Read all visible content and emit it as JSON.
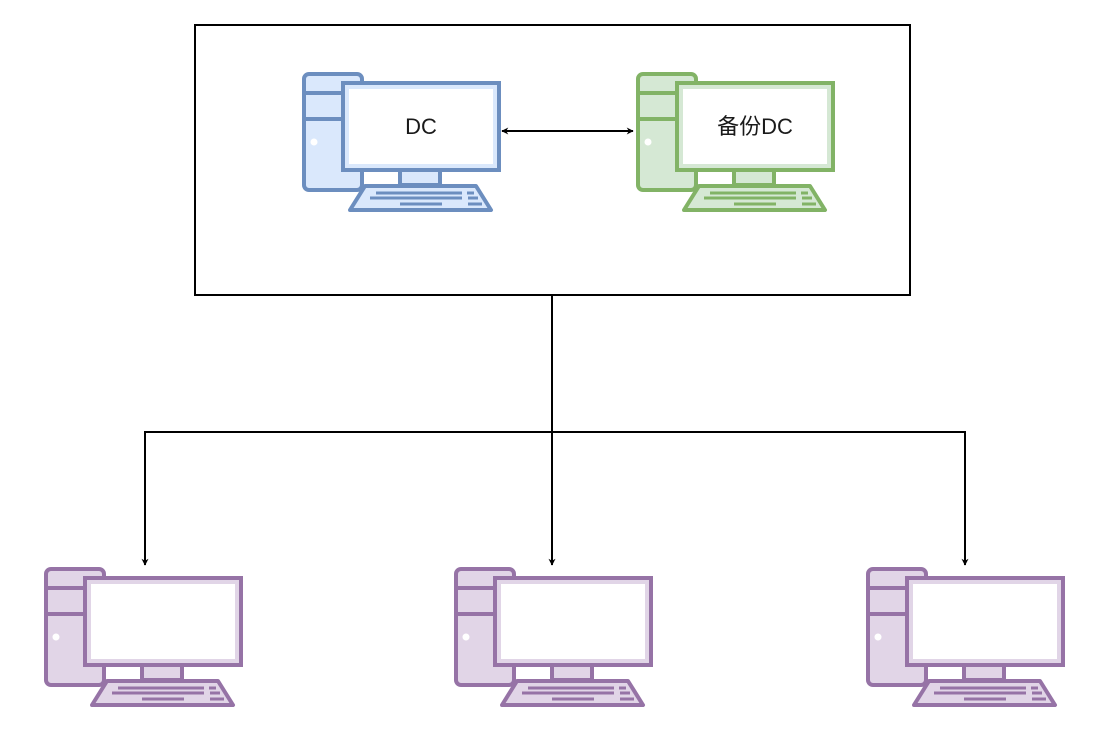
{
  "diagram": {
    "type": "network-topology",
    "group": {
      "name": "domain-controller-group"
    },
    "nodes": [
      {
        "id": "dc",
        "label": "DC",
        "role": "primary",
        "stroke": "#6c8ebf",
        "fill": "#dae8fc"
      },
      {
        "id": "backup-dc",
        "label": "备份DC",
        "role": "backup",
        "stroke": "#82b366",
        "fill": "#d5e8d4"
      },
      {
        "id": "client-1",
        "label": "",
        "role": "client",
        "stroke": "#9673a6",
        "fill": "#e1d5e7"
      },
      {
        "id": "client-2",
        "label": "",
        "role": "client",
        "stroke": "#9673a6",
        "fill": "#e1d5e7"
      },
      {
        "id": "client-3",
        "label": "",
        "role": "client",
        "stroke": "#9673a6",
        "fill": "#e1d5e7"
      }
    ],
    "edges": [
      {
        "from": "dc",
        "to": "backup-dc",
        "direction": "both"
      },
      {
        "from": "domain-controller-group",
        "to": "client-1",
        "direction": "forward"
      },
      {
        "from": "domain-controller-group",
        "to": "client-2",
        "direction": "forward"
      },
      {
        "from": "domain-controller-group",
        "to": "client-3",
        "direction": "forward"
      }
    ],
    "colors": {
      "edge": "#000000",
      "group_border": "#000000",
      "background": "#ffffff"
    }
  }
}
